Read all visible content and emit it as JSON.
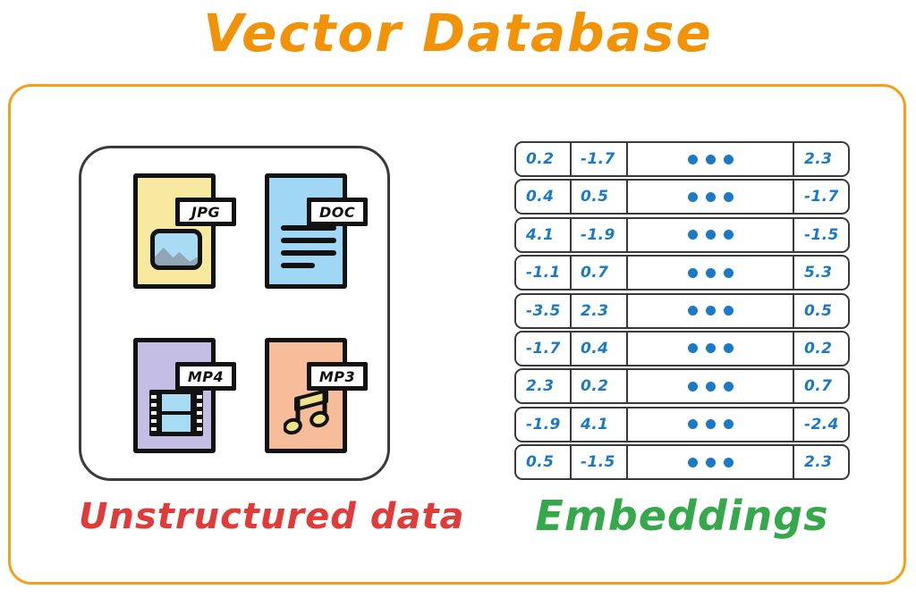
{
  "title": "Vector Database",
  "colors": {
    "title": "#f29307",
    "frame": "#f4a019",
    "outline": "#3a3a3c",
    "vector_text": "#1a7ac8",
    "caption_unstructured": "#e03b38",
    "caption_embeddings": "#34a84a",
    "jpg_fill": "#f7e9a0",
    "doc_fill": "#9fd7f5",
    "mp4_fill": "#c4bee4",
    "mp3_fill": "#f7bd9b"
  },
  "unstructured": {
    "caption": "Unstructured data",
    "files": [
      {
        "type": "JPG",
        "icon": "image-file-icon"
      },
      {
        "type": "DOC",
        "icon": "document-file-icon"
      },
      {
        "type": "MP4",
        "icon": "video-file-icon"
      },
      {
        "type": "MP3",
        "icon": "audio-file-icon"
      }
    ]
  },
  "embeddings": {
    "caption": "Embeddings",
    "ellipsis": "•••",
    "rows": [
      {
        "c0": "0.2",
        "c1": "-1.7",
        "clast": "2.3"
      },
      {
        "c0": "0.4",
        "c1": "0.5",
        "clast": "-1.7"
      },
      {
        "c0": "4.1",
        "c1": "-1.9",
        "clast": "-1.5"
      },
      {
        "c0": "-1.1",
        "c1": "0.7",
        "clast": "5.3"
      },
      {
        "c0": "-3.5",
        "c1": "2.3",
        "clast": "0.5"
      },
      {
        "c0": "-1.7",
        "c1": "0.4",
        "clast": "0.2"
      },
      {
        "c0": "2.3",
        "c1": "0.2",
        "clast": "0.7"
      },
      {
        "c0": "-1.9",
        "c1": "4.1",
        "clast": "-2.4"
      },
      {
        "c0": "0.5",
        "c1": "-1.5",
        "clast": "2.3"
      }
    ]
  }
}
